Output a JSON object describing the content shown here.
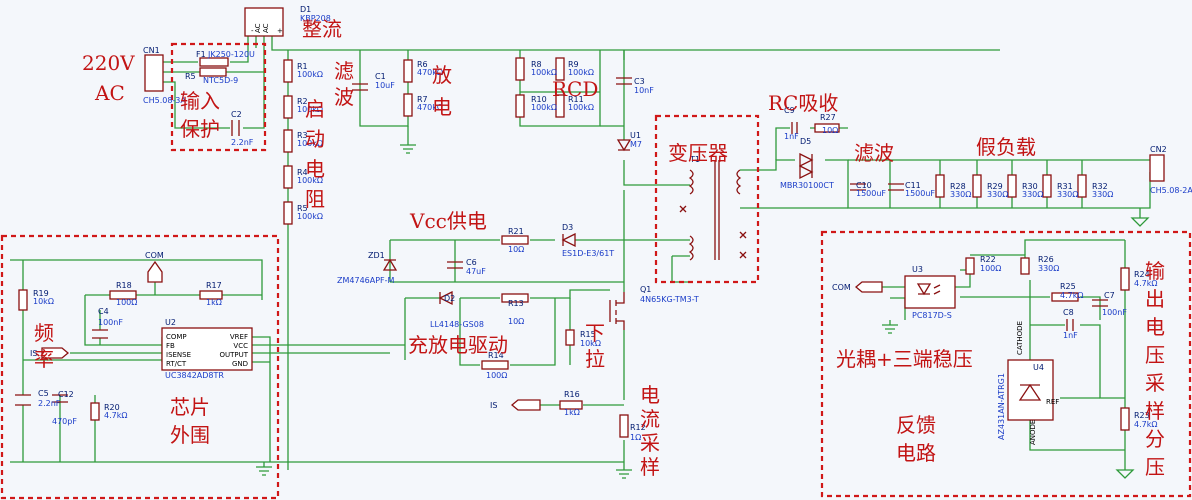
{
  "annotations": {
    "rectifier": "整流",
    "v220": "220V",
    "ac": "AC",
    "input_protect_1": "输入",
    "input_protect_2": "保护",
    "filter1": "滤",
    "filter2": "波",
    "start_resistor": [
      "启",
      "动",
      "电",
      "阻"
    ],
    "discharge": [
      "放",
      "电"
    ],
    "rcd": "RCD",
    "rc_absorb": "RC吸收",
    "transformer": "变压器",
    "filter_out": "滤波",
    "dummy_load": "假负载",
    "vcc_supply": "Vcc供电",
    "charge_drive": "充放电驱动",
    "pull": [
      "下",
      "拉"
    ],
    "frequency": [
      "频",
      "率"
    ],
    "chip_periph_1": "芯片",
    "chip_periph_2": "外围",
    "current_sample": [
      "电",
      "流",
      "采",
      "样"
    ],
    "optocoupler": "光耦+三端稳压",
    "feedback_1": "反馈",
    "feedback_2": "电路",
    "output_divider": [
      "输",
      "出",
      "电",
      "压",
      "采",
      "样",
      "分",
      "压"
    ]
  },
  "components": {
    "D1": {
      "ref": "D1",
      "value": "KBP208"
    },
    "CN1": {
      "ref": "CN1",
      "value": "CH5.08-3A"
    },
    "F1": {
      "ref": "F1",
      "value": "JK250-120U"
    },
    "R5NTC": {
      "ref": "R5",
      "value": "NTC5D-9"
    },
    "C2": {
      "ref": "C2",
      "value": "2.2nF"
    },
    "R1": {
      "ref": "R1",
      "value": "100kΩ"
    },
    "R2": {
      "ref": "R2",
      "value": "100kΩ"
    },
    "R3": {
      "ref": "R3",
      "value": "100kΩ"
    },
    "R4": {
      "ref": "R4",
      "value": "100kΩ"
    },
    "R5": {
      "ref": "R5",
      "value": "100kΩ"
    },
    "C1": {
      "ref": "C1",
      "value": "10uF"
    },
    "R6": {
      "ref": "R6",
      "value": "470kΩ"
    },
    "R7": {
      "ref": "R7",
      "value": "470kΩ"
    },
    "R8": {
      "ref": "R8",
      "value": "100kΩ"
    },
    "R9": {
      "ref": "R9",
      "value": "100kΩ"
    },
    "R10": {
      "ref": "R10",
      "value": "100kΩ"
    },
    "R11": {
      "ref": "R11",
      "value": "100kΩ"
    },
    "C3": {
      "ref": "C3",
      "value": "10nF"
    },
    "U1": {
      "ref": "U1",
      "value": "M7"
    },
    "T1": {
      "ref": "T1"
    },
    "C9": {
      "ref": "C9",
      "value": "1nF"
    },
    "R27": {
      "ref": "R27",
      "value": "10Ω"
    },
    "D5": {
      "ref": "D5",
      "value": "MBR30100CT"
    },
    "C10": {
      "ref": "C10",
      "value": "1500uF"
    },
    "C11": {
      "ref": "C11",
      "value": "1500uF"
    },
    "R28": {
      "ref": "R28",
      "value": "330Ω"
    },
    "R29": {
      "ref": "R29",
      "value": "330Ω"
    },
    "R30": {
      "ref": "R30",
      "value": "330Ω"
    },
    "R31": {
      "ref": "R31",
      "value": "330Ω"
    },
    "R32": {
      "ref": "R32",
      "value": "330Ω"
    },
    "CN2": {
      "ref": "CN2",
      "value": "CH5.08-2A"
    },
    "R21": {
      "ref": "R21",
      "value": "10Ω"
    },
    "D3": {
      "ref": "D3",
      "value": "ES1D-E3/61T"
    },
    "ZD1": {
      "ref": "ZD1",
      "value": "ZM4746APF-M"
    },
    "C6": {
      "ref": "C6",
      "value": "47uF"
    },
    "D2": {
      "ref": "D2",
      "value": "LL4148-GS08"
    },
    "R13": {
      "ref": "R13",
      "value": "10Ω"
    },
    "R14": {
      "ref": "R14",
      "value": "100Ω"
    },
    "R15": {
      "ref": "R15",
      "value": "10kΩ"
    },
    "Q1": {
      "ref": "Q1",
      "value": "4N65KG-TM3-T"
    },
    "R16": {
      "ref": "R16",
      "value": "1kΩ"
    },
    "R12": {
      "ref": "R12",
      "value": "1Ω"
    },
    "R19": {
      "ref": "R19",
      "value": "10kΩ"
    },
    "R18": {
      "ref": "R18",
      "value": "100Ω"
    },
    "R17": {
      "ref": "R17",
      "value": "1kΩ"
    },
    "C4": {
      "ref": "C4",
      "value": "100nF"
    },
    "U2": {
      "ref": "U2",
      "value": "UC3842AD8TR"
    },
    "C5": {
      "ref": "C5",
      "value": "2.2nF"
    },
    "C12": {
      "ref": "C12",
      "value": "470pF"
    },
    "R20": {
      "ref": "R20",
      "value": "4.7kΩ"
    },
    "U3": {
      "ref": "U3",
      "value": "PC817D-S"
    },
    "R22": {
      "ref": "R22",
      "value": "100Ω"
    },
    "R26": {
      "ref": "R26",
      "value": "330Ω"
    },
    "R25": {
      "ref": "R25",
      "value": "4.7kΩ"
    },
    "C7": {
      "ref": "C7",
      "value": "100nF"
    },
    "C8": {
      "ref": "C8",
      "value": "1nF"
    },
    "R24": {
      "ref": "R24",
      "value": "4.7kΩ"
    },
    "R23": {
      "ref": "R23",
      "value": "4.7kΩ"
    },
    "U4": {
      "ref": "U4",
      "value": "AZ431AN-ATRG1"
    }
  },
  "pins": {
    "u2_comp": "COMP",
    "u2_fb": "FB",
    "u2_isense": "ISENSE",
    "u2_rtct": "RT/CT",
    "u2_vref": "VREF",
    "u2_vcc": "VCC",
    "u2_output": "OUTPUT",
    "u2_gnd": "GND",
    "u4_cathode": "CATHODE",
    "u4_anode": "ANODE",
    "u4_ref": "REF",
    "d1_ac1": "AC",
    "d1_ac2": "AC",
    "d1_minus": "-",
    "d1_plus": "+"
  },
  "net_labels": {
    "com": "COM",
    "is": "IS"
  }
}
